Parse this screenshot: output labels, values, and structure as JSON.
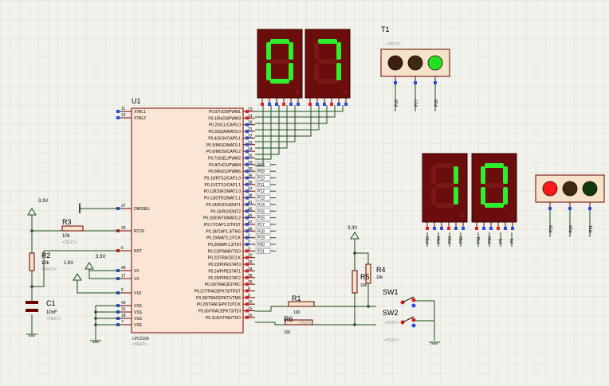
{
  "mcu": {
    "ref": "U1",
    "part": "LPC2106",
    "text": "<TEXT>",
    "left_pins": [
      {
        "num": "11",
        "name": "XTAL1"
      },
      {
        "num": "12",
        "name": "XTAL2"
      },
      {
        "num": "27",
        "name": "DBGSEL"
      },
      {
        "num": "26",
        "name": "RTCK"
      },
      {
        "num": "6",
        "name": "RST"
      },
      {
        "num": "40",
        "name": "V3"
      },
      {
        "num": "17",
        "name": "V3"
      },
      {
        "num": "5",
        "name": "V18"
      },
      {
        "num": "43",
        "name": "VSS"
      },
      {
        "num": "31",
        "name": "VSS"
      },
      {
        "num": "18",
        "name": "VSS"
      },
      {
        "num": "7",
        "name": "VSS"
      }
    ],
    "right_pins": [
      {
        "num": "13",
        "name": "P0.0/TxD0/PWM1"
      },
      {
        "num": "14",
        "name": "P0.1/RxD0/PWM3"
      },
      {
        "num": "18",
        "name": "P0.2/SCL/CAP0.0"
      },
      {
        "num": "21",
        "name": "P0.3/SDA/MAT0.0"
      },
      {
        "num": "22",
        "name": "P0.4/SCK/CAP0.1"
      },
      {
        "num": "23",
        "name": "P0.5/MISO/MAT0.1"
      },
      {
        "num": "24",
        "name": "P0.6/MOSI/CAP0.2"
      },
      {
        "num": "25",
        "name": "P0.7/SSEL/PWM2"
      },
      {
        "num": "29",
        "name": "P0.8/TxD1/PWM4"
      },
      {
        "num": "30",
        "name": "P0.9/RxD1/PWM6"
      },
      {
        "num": "35",
        "name": "P0.10/RTS1/CAP1.0"
      },
      {
        "num": "36",
        "name": "P0.11/CTS1/CAP1.1"
      },
      {
        "num": "37",
        "name": "P0.12/DSR1/MAT1.0"
      },
      {
        "num": "38",
        "name": "P0.13/DTR1/MAT1.1"
      },
      {
        "num": "41",
        "name": "P0.14/DCD1/EINT1"
      },
      {
        "num": "45",
        "name": "P0.15/RI1/EINT2"
      },
      {
        "num": "46",
        "name": "P0.16/EINT0/MAT0.2"
      },
      {
        "num": "47",
        "name": "P0.17/CAP1.2/TRST"
      },
      {
        "num": "48",
        "name": "P0.18/CAP1.3/TMS"
      },
      {
        "num": "1",
        "name": "P0.19/MAT1.2/TCK"
      },
      {
        "num": "2",
        "name": "P0.20/MAT1.3/TDI"
      },
      {
        "num": "3",
        "name": "P0.21/PWM5/TDO"
      },
      {
        "num": "32",
        "name": "P0.22/TRACECLK"
      },
      {
        "num": "33",
        "name": "P0.23/PIPESTAT0"
      },
      {
        "num": "34",
        "name": "P0.24/PIPESTAT1"
      },
      {
        "num": "38",
        "name": "P0.25/PIPESTAT2"
      },
      {
        "num": "39",
        "name": "P0.26/TRACESYNC"
      },
      {
        "num": "8",
        "name": "P0.27/TRACEPKT0/TRST"
      },
      {
        "num": "9",
        "name": "P0.28/TRACEPKT1/TMS"
      },
      {
        "num": "10",
        "name": "P0.29/TRACEPKT2/TCK"
      },
      {
        "num": "15",
        "name": "P0.30/TRACEPKT3/TDI"
      },
      {
        "num": "16",
        "name": "P0.31/EXTIN0/TDO"
      }
    ],
    "port_tags": [
      "P08",
      "P09",
      "P10",
      "P11",
      "P12",
      "P13",
      "P14",
      "P15",
      "P16",
      "P17",
      "P18",
      "P19",
      "P20",
      "P21"
    ]
  },
  "displays": {
    "top": [
      "0",
      "7"
    ],
    "bottom": [
      "1",
      "0"
    ],
    "bottom_pin_labels": [
      "P15",
      "P14",
      "P13",
      "P12",
      "P11",
      "P10",
      "P9",
      "P8"
    ]
  },
  "traffic_light_t1": {
    "ref": "T1",
    "text": "<TEXT>",
    "pin_labels": [
      "P16",
      "P17",
      "P18"
    ],
    "lamps": [
      {
        "state": "off",
        "color": "#3a1f10"
      },
      {
        "state": "off",
        "color": "#3a2a10"
      },
      {
        "state": "on",
        "color": "#22e022"
      }
    ]
  },
  "traffic_light_2": {
    "pin_labels": [
      "P19",
      "P20",
      "P21"
    ],
    "lamps": [
      {
        "state": "on",
        "color": "#ff1a1a"
      },
      {
        "state": "off",
        "color": "#3a2a10"
      },
      {
        "state": "off",
        "color": "#0f3a10"
      }
    ]
  },
  "components": {
    "r2": {
      "ref": "R2",
      "value": "10k",
      "text": "<TEXT>"
    },
    "r3": {
      "ref": "R3",
      "value": "10k",
      "text": "<TEXT>"
    },
    "c1": {
      "ref": "C1",
      "value": "10nF",
      "text": "<TEXT>"
    },
    "r1": {
      "ref": "R1",
      "value": "100",
      "text": "<TEXT>"
    },
    "r6": {
      "ref": "R6",
      "value": "100",
      "text": "<TEXT>"
    },
    "r4": {
      "ref": "R4",
      "value": "10k",
      "text": "<TEXT>"
    },
    "r5": {
      "ref": "R5",
      "value": "10k",
      "text": "<TEXT>"
    },
    "sw1": {
      "ref": "SW1",
      "text": "<TEXT>"
    },
    "sw2": {
      "ref": "SW2",
      "text": "<TEXT>"
    }
  },
  "power": {
    "v33": "3.3V",
    "v18": "1.8V"
  }
}
